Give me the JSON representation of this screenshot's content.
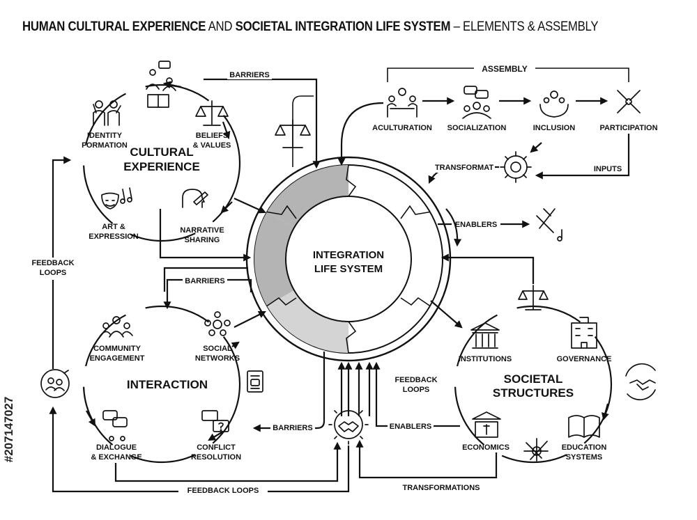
{
  "title": {
    "part1": "HUMAN CULTURAL EXPERIENCE",
    "part2": " AND ",
    "part3": "SOCIETAL INTEGRATION LIFE SYSTEM",
    "part4": " – ELEMENTS & ASSEMBLY"
  },
  "center": {
    "line1": "INTEGRATION",
    "line2": "LIFE SYSTEM"
  },
  "cultural": {
    "title1": "CULTURAL",
    "title2": "EXPERIENCE",
    "identity1": "IDENTITY",
    "identity2": "FORMATION",
    "beliefs1": "BELIEFS",
    "beliefs2": "& VALUES",
    "art1": "ART &",
    "art2": "EXPRESSION",
    "narrative1": "NARRATIVE",
    "narrative2": "SHARING"
  },
  "interaction": {
    "title": "INTERACTION",
    "community1": "COMMUNITY",
    "community2": "ENGAGEMENT",
    "social1": "SOCIAL",
    "social2": "NETWORKS",
    "dialogue1": "DIALOGUE",
    "dialogue2": "& EXCHANGE",
    "conflict1": "CONFLICT",
    "conflict2": "RESOLUTION"
  },
  "societal": {
    "title1": "SOCIETAL",
    "title2": "STRUCTURES",
    "institutions": "INSTITUTIONS",
    "governance": "GOVERNANCE",
    "economics": "ECONOMICS",
    "education1": "EDUCATION",
    "education2": "SYSTEMS"
  },
  "assembly": {
    "title": "ASSEMBLY",
    "acculturation": "ACULTURATION",
    "socialization": "SOCIALIZATION",
    "inclusion": "INCLUSION",
    "participation": "PARTICIPATION"
  },
  "flows": {
    "barriers_top": "BARRIERS",
    "barriers_mid": "BARRIERS",
    "barriers_bottom": "BARRIERS",
    "transformat": "TRANSFORMAT",
    "inputs": "INPUTS",
    "enablers_right": "ENABLERS",
    "enablers_bottom": "ENABLERS",
    "feedback_left1": "FEEDBACK",
    "feedback_left2": "LOOPS",
    "feedback_center1": "FEEDBACK",
    "feedback_center2": "LOOPS",
    "feedback_bottom": "FEEDBACK LOOPS",
    "transformations": "TRANSFORMATIONS"
  },
  "stock_id": "#207147027",
  "colors": {
    "ink": "#111111",
    "segment_dark": "#b4b4b4",
    "segment_light": "#d4d4d4",
    "background": "#ffffff"
  }
}
